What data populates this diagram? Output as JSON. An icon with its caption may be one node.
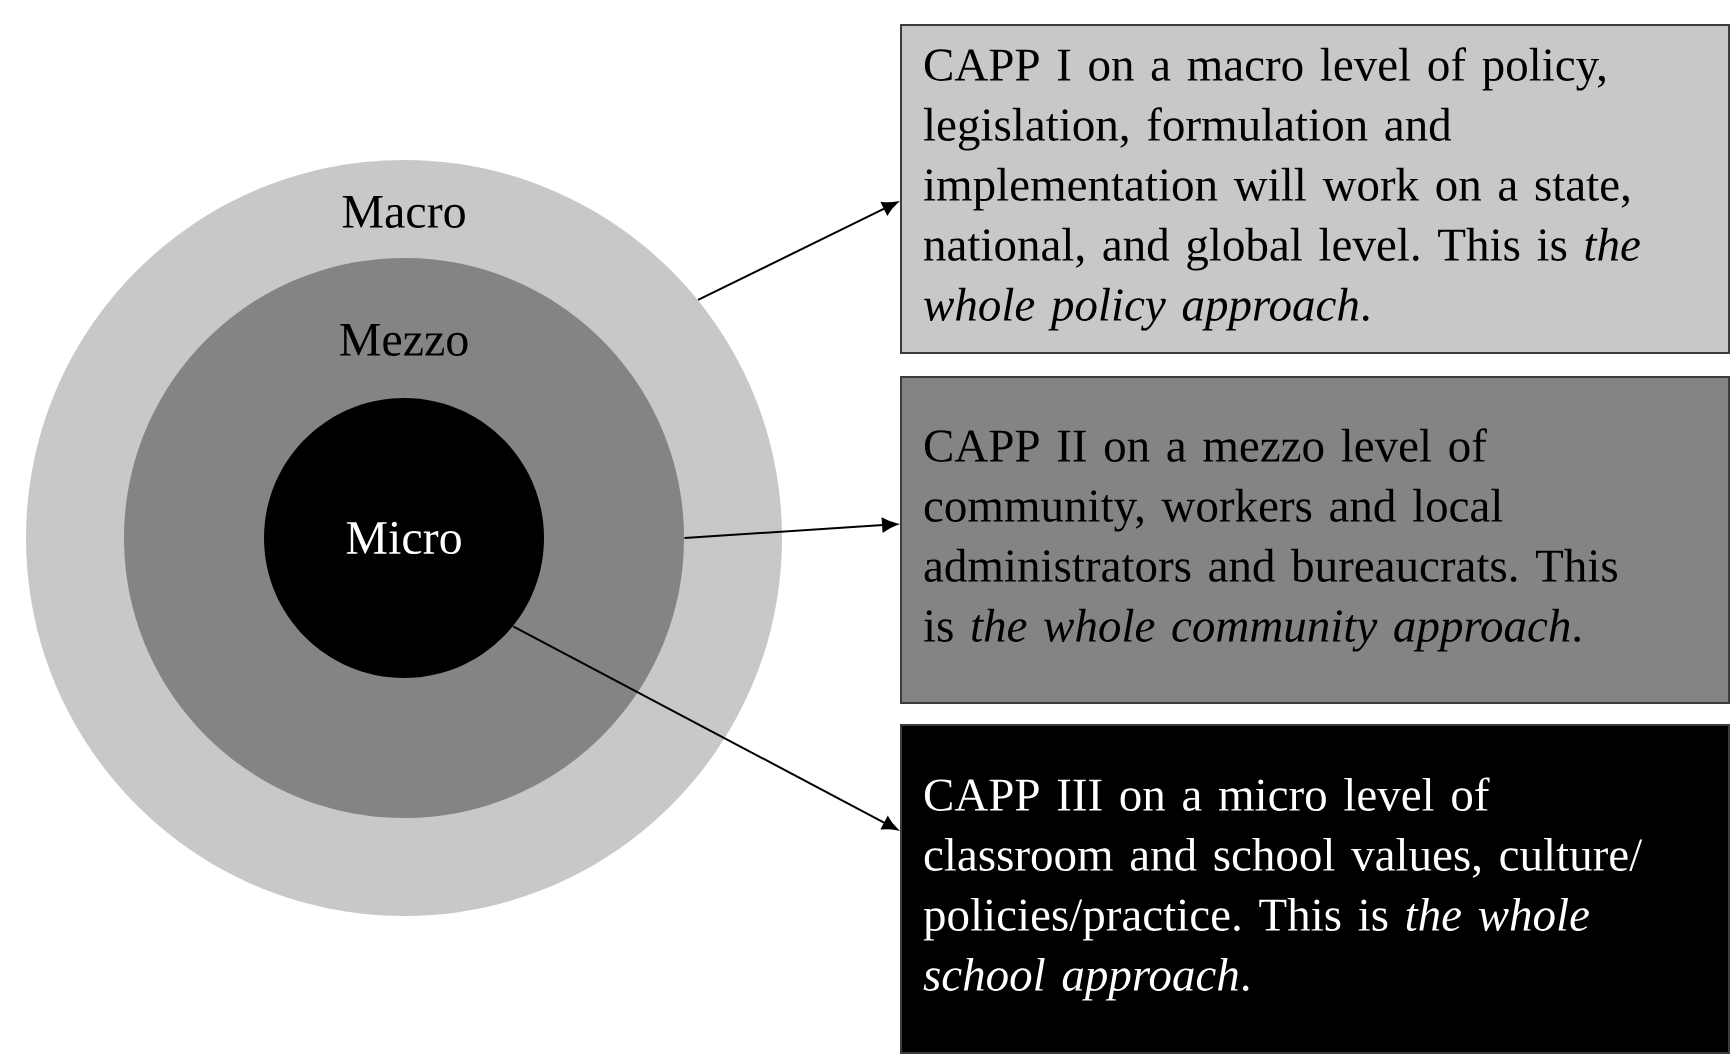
{
  "diagram": {
    "nodes": [
      {
        "text": [
          "Macro"
        ]
      },
      {
        "text": [
          "Mezzo"
        ],
        "in": 0
      },
      {
        "text": [
          "Micro"
        ],
        "in": 1
      },
      {
        "text": [
          "CAPP I on a macro level of policy, legislation, formulation and implementation will work on a state, national, and global level. This is *the whole policy approach*."
        ]
      },
      {
        "text": [
          "CAPP II on a mezzo level of community, workers and local administrators and bureaucrats. This is *the whole community approach*."
        ]
      },
      {
        "text": [
          "CAPP III on a micro level of classroom and school values, culture/ policies/practice. This is *the whole school approach*."
        ]
      }
    ],
    "edges": [
      {
        "from": 0,
        "to": 3,
        "arrow": "to"
      },
      {
        "from": 1,
        "to": 4,
        "arrow": "to"
      },
      {
        "from": 2,
        "to": 5,
        "arrow": "to"
      }
    ]
  }
}
